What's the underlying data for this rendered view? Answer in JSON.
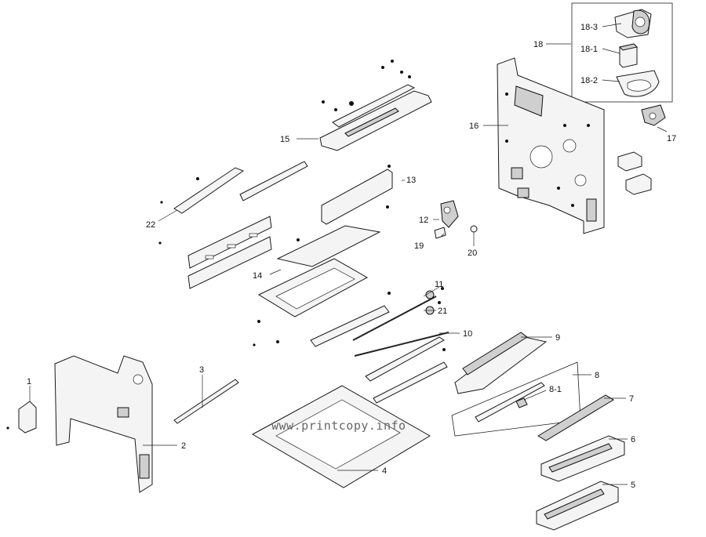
{
  "labels": {
    "p1": "1",
    "p2": "2",
    "p3": "3",
    "p4": "4",
    "p5": "5",
    "p6": "6",
    "p7": "7",
    "p8": "8",
    "p8_1": "8-1",
    "p9": "9",
    "p10": "10",
    "p11": "11",
    "p12": "12",
    "p13": "13",
    "p14": "14",
    "p15": "15",
    "p16": "16",
    "p17": "17",
    "p18": "18",
    "p18_1": "18-1",
    "p18_2": "18-2",
    "p18_3": "18-3",
    "p19": "19",
    "p20": "20",
    "p21": "21",
    "p22": "22"
  },
  "watermark": "www.printcopy.info"
}
